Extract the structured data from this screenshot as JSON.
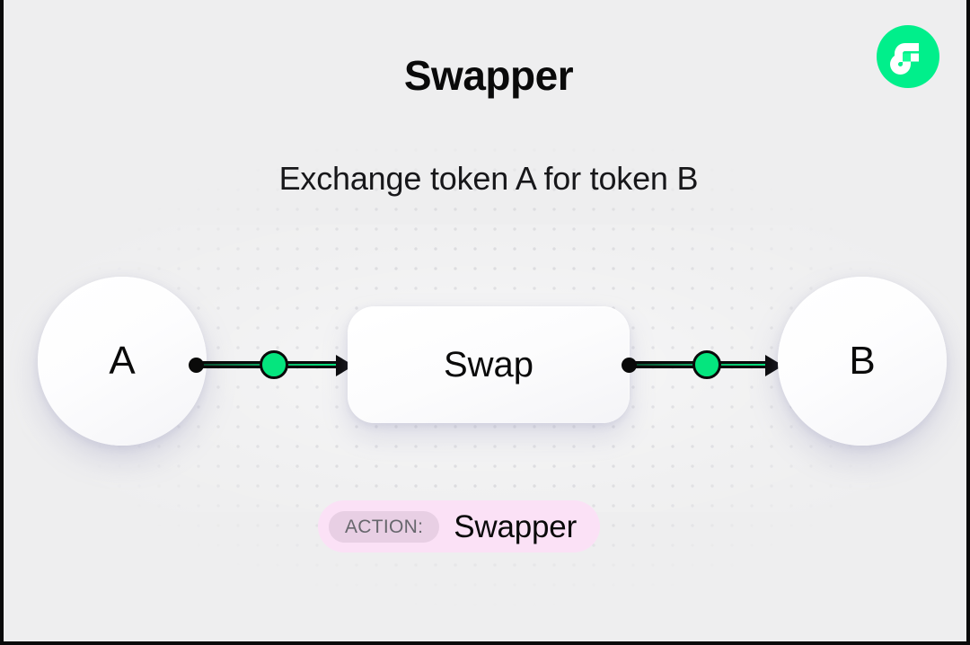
{
  "header": {
    "title": "Swapper",
    "subtitle": "Exchange token A for token B",
    "logo_icon": "flow-logo-icon",
    "logo_color": "#00ef8b"
  },
  "diagram": {
    "type": "flow",
    "input_node": {
      "label": "A",
      "icon": "token-node-icon"
    },
    "process_node": {
      "label": "Swap"
    },
    "output_node": {
      "label": "B",
      "icon": "token-node-icon"
    },
    "connectors": [
      {
        "from": "A",
        "to": "Swap",
        "direction": "right",
        "accent_color": "#05e57e"
      },
      {
        "from": "Swap",
        "to": "B",
        "direction": "right",
        "accent_color": "#05e57e"
      }
    ]
  },
  "action_badge": {
    "tag_label": "ACTION:",
    "value": "Swapper",
    "background_color": "#fbe1f6",
    "tag_background_color": "#e8cfe4"
  },
  "theme": {
    "page_background": "#eeeeef",
    "accent_green": "#05e57e",
    "ink": "#0a0a0a",
    "grid_dot_color": "#d2d2d6"
  }
}
